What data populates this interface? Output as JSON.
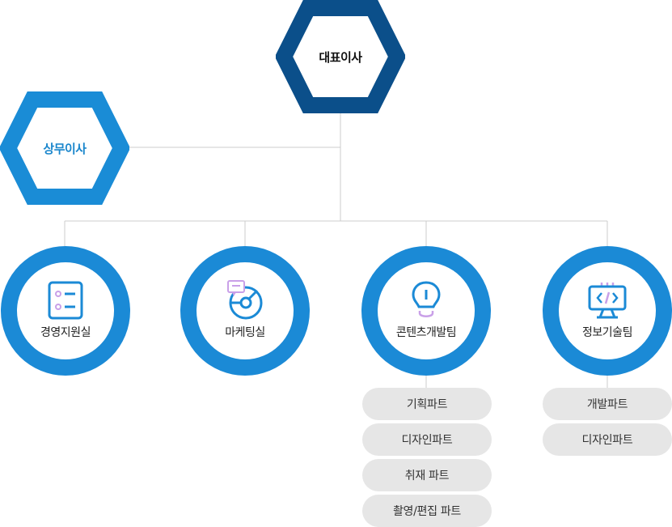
{
  "ceo": {
    "label": "대표이사"
  },
  "vp": {
    "label": "상무이사"
  },
  "departments": [
    {
      "label": "경영지원실",
      "icon": "checklist-icon"
    },
    {
      "label": "마케팅실",
      "icon": "chart-chat-icon"
    },
    {
      "label": "콘텐츠개발팀",
      "icon": "lightbulb-icon"
    },
    {
      "label": "정보기술팀",
      "icon": "code-monitor-icon"
    }
  ],
  "content_parts": [
    "기획파트",
    "디자인파트",
    "취재 파트",
    "촬영/편집 파트"
  ],
  "it_parts": [
    "개발파트",
    "디자인파트"
  ],
  "colors": {
    "ceo_hex": "#0b4f8a",
    "vp_hex": "#1a8cd6",
    "dept_ring": "#1b8ad6",
    "icon_accent": "#c9a0e8",
    "line": "#cccccc",
    "part_bg": "#e6e6e6"
  }
}
